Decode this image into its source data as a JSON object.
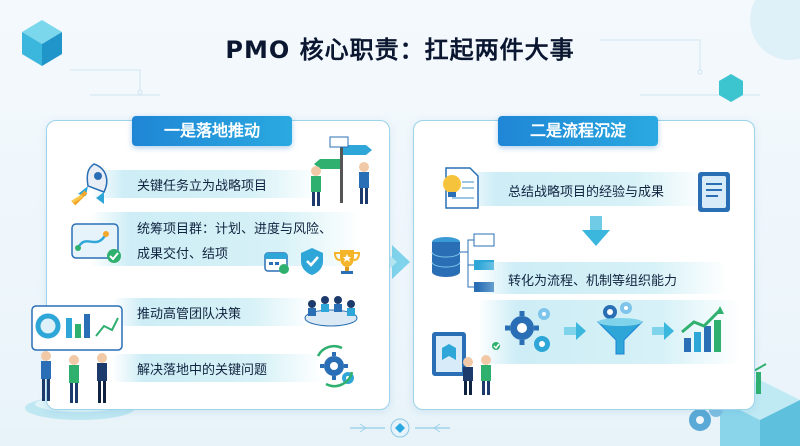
{
  "title": "PMO 核心职责：扛起两件大事",
  "left_panel": {
    "header": "一是落地推动",
    "items": [
      "关键任务立为战略项目",
      "统筹项目群：计划、进度与风险、",
      "成果交付、结项",
      "推动高管团队决策",
      "解决落地中的关键问题"
    ]
  },
  "right_panel": {
    "header": "二是流程沉淀",
    "items": [
      "总结战略项目的经验与成果",
      "转化为流程、机制等组织能力"
    ]
  },
  "colors": {
    "accent": "#1f86d6",
    "accent_light": "#2aa9e0",
    "panel_border": "#9fd3ea",
    "green": "#2fb06f"
  }
}
